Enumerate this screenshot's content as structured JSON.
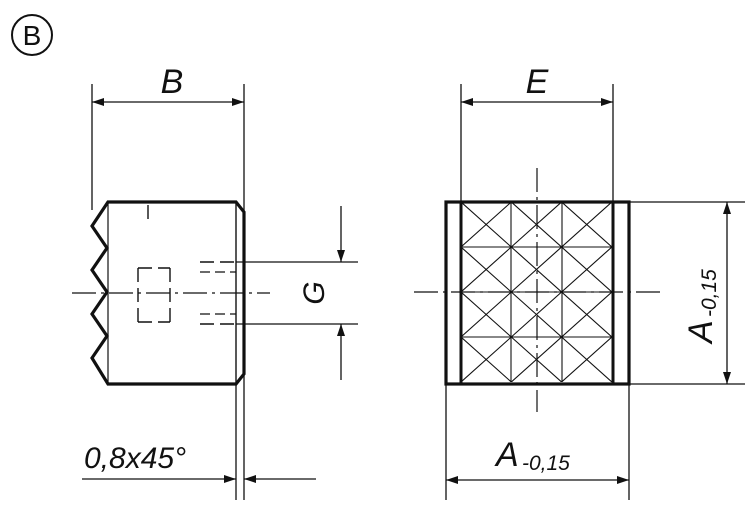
{
  "view_label": "B",
  "left_view": {
    "width_label": "B",
    "thread_label": "G",
    "chamfer_label": "0,8x45°"
  },
  "right_view": {
    "width_label": "E",
    "dimension_main": "A",
    "dimension_tolerance": "-0,15"
  },
  "colors": {
    "line": "#111111",
    "background": "#ffffff"
  }
}
